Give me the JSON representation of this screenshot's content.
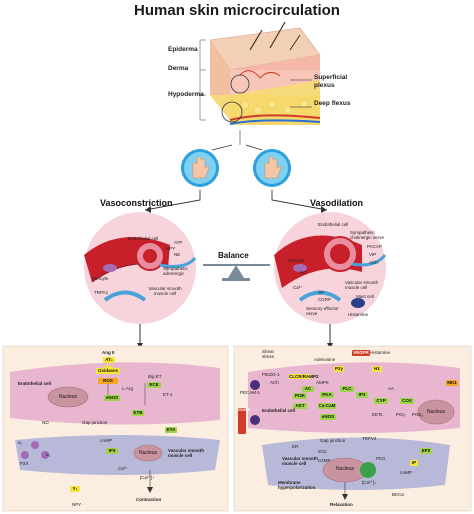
{
  "title": "Human skin microcirculation",
  "skin": {
    "layers": [
      "Epiderma",
      "Derma",
      "Hypoderma"
    ],
    "plexus": [
      "Superficial plexus",
      "Deep flexus"
    ]
  },
  "vasoconstriction": {
    "heading": "Vasoconstriction",
    "labels": [
      "Endothelial cell",
      "Pericyte",
      "TRPA1",
      "Vascular smooth muscle cell",
      "Sympathetic adrenergic",
      "NPY",
      "ATP",
      "NE"
    ]
  },
  "balance": "Balance",
  "vasodilation": {
    "heading": "Vasodilation",
    "labels": [
      "Endothelial cell",
      "Sympathetic cholinergic nerve",
      "PACAP",
      "VIP",
      "ACh",
      "Pericyte",
      "Vascular smooth muscle cell",
      "Mast cell",
      "Histamine",
      "Sensory effector nerve",
      "Ca²⁺",
      "NO",
      "SP",
      "CGRP"
    ]
  },
  "left_panel": {
    "labels": [
      "Ang II",
      "AT₁",
      "Oxidases",
      "ROS",
      "L-Arg",
      "eNOS",
      "Big ET",
      "ECE",
      "ET-1",
      "ETB",
      "ETA",
      "Endothelial cell",
      "Nucleus",
      "Gap junction",
      "NO",
      "cAMP",
      "IP3",
      "Ca²⁺",
      "Vascular smooth muscle cell",
      "Nucleus",
      "[Ca²⁺]↑",
      "Contraction",
      "NPY",
      "Y₁",
      "α₁",
      "α₂",
      "P2X"
    ],
    "nucleus_endo": "Nucleus",
    "nucleus_vsm": "Nucleus"
  },
  "right_panel": {
    "labels": [
      "Shear stress",
      "Adenosine",
      "VEGFR",
      "Histamine",
      "PIEZO-1",
      "ACh",
      "CLCR/RAMP2",
      "AMPK",
      "P2y",
      "PI3K",
      "AKT",
      "Ca-CaM",
      "eNOS",
      "PKA",
      "PLC",
      "IP3",
      "Endothelial cell",
      "AA",
      "CYP",
      "COX",
      "EETs",
      "PGI₂",
      "PGE₂",
      "H1",
      "MK1",
      "Nucleus",
      "Gap junction",
      "ER",
      "Vascular smooth muscle cell",
      "Nucleus",
      "Membrane hyperpolarization",
      "[Ca²⁺]↓",
      "Relaxation",
      "EP2",
      "IP",
      "cAMP",
      "cGMP",
      "sGC",
      "PKG",
      "BKCa",
      "TRPV4",
      "VEGFR",
      "PECAM-1",
      "AC"
    ]
  }
}
